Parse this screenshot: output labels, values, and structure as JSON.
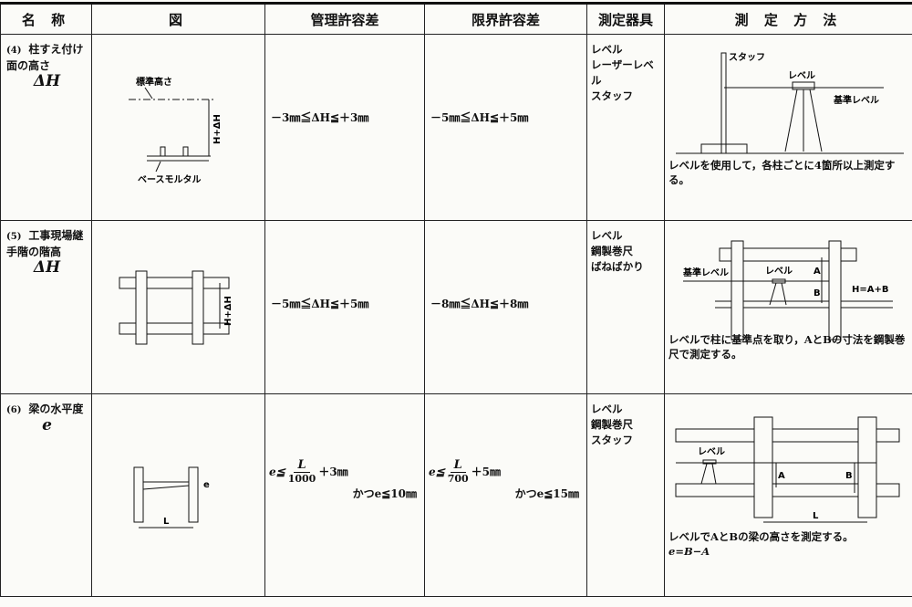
{
  "headers": [
    "名 称",
    "図",
    "管理許容差",
    "限界許容差",
    "測定器具",
    "測 定 方 法"
  ],
  "rows": [
    {
      "num": "(4)",
      "name": "柱すえ付け面の高さ",
      "symbol": "ΔH",
      "figure_labels": {
        "ref": "標準高さ",
        "dim": "H+ΔH",
        "mortar": "ベースモルタル"
      },
      "control": "－3㎜≦ΔH≦＋3㎜",
      "limit": "－5㎜≦ΔH≦＋5㎜",
      "instruments": "レベル\nレーザーレベ\nル\nスタッフ",
      "method_labels": {
        "staff": "スタッフ",
        "level": "レベル",
        "base": "基準レベル"
      },
      "method": "レベルを使用して，各柱ごとに4箇所以上測定する。"
    },
    {
      "num": "(5)",
      "name": "工事現場継手階の階高",
      "symbol": "ΔH",
      "figure_labels": {
        "dim": "H+ΔH"
      },
      "control": "－5㎜≦ΔH≦＋5㎜",
      "limit": "－8㎜≦ΔH≦＋8㎜",
      "instruments": "レベル\n鋼製巻尺\nばねばかり",
      "method_labels": {
        "base": "基準レベル",
        "level": "レベル",
        "a": "A",
        "b": "B",
        "formula": "H=A+B"
      },
      "method": "レベルで柱に基準点を取り，AとBの寸法を鋼製巻尺で測定する。"
    },
    {
      "num": "(6)",
      "name": "梁の水平度",
      "symbol": "e",
      "figure_labels": {
        "e": "e",
        "l": "L"
      },
      "control": {
        "pre": "e≦",
        "num": "L",
        "den": "1000",
        "post": "＋3㎜",
        "also": "かつe≦10㎜"
      },
      "limit": {
        "pre": "e≦",
        "num": "L",
        "den": "700",
        "post": "＋5㎜",
        "also": "かつe≦15㎜"
      },
      "instruments": "レベル\n鋼製巻尺\nスタッフ",
      "method_labels": {
        "level": "レベル",
        "a": "A",
        "b": "B",
        "l": "L"
      },
      "method": "レベルでAとBの梁の高さを測定する。",
      "method_formula": "e=B−A"
    }
  ]
}
